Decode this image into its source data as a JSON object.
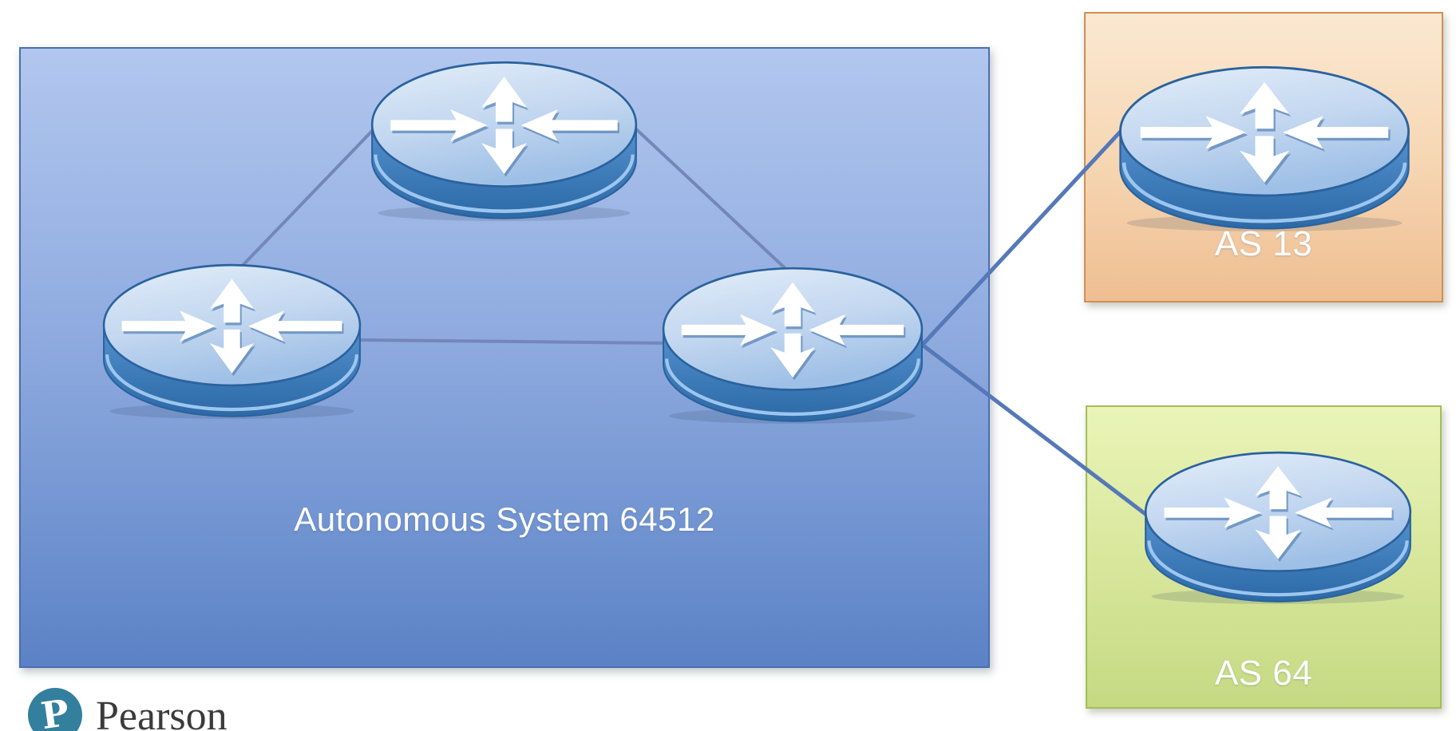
{
  "slide": {
    "title_label": "Autonomous System 64512",
    "as13_label": "AS 13",
    "as64_label": "AS 64",
    "brand": "Pearson"
  },
  "diagram": {
    "type": "network-topology",
    "description_icons": [
      "router-icon"
    ],
    "groups": [
      {
        "id": "as64512",
        "label": "Autonomous System 64512",
        "fill_top": "#b2c7ef",
        "fill_bottom": "#5b82c6",
        "border_color": "#4a6fad",
        "router_count": 3
      },
      {
        "id": "as13",
        "label": "AS 13",
        "fill_top": "#fbe8d2",
        "fill_bottom": "#efbe92",
        "border_color": "#ce9152",
        "router_count": 1
      },
      {
        "id": "as64",
        "label": "AS 64",
        "fill_top": "#eaf4b8",
        "fill_bottom": "#c5d982",
        "border_color": "#a6bd56",
        "router_count": 1
      }
    ],
    "nodes": [
      {
        "id": "router-top",
        "type": "router",
        "group": "as64512"
      },
      {
        "id": "router-left",
        "type": "router",
        "group": "as64512"
      },
      {
        "id": "router-right",
        "type": "router",
        "group": "as64512"
      },
      {
        "id": "router-as13",
        "type": "router",
        "group": "as13"
      },
      {
        "id": "router-as64",
        "type": "router",
        "group": "as64"
      }
    ],
    "edges": [
      {
        "from": "router-top",
        "to": "router-left",
        "kind": "internal",
        "color": "#7486ba"
      },
      {
        "from": "router-top",
        "to": "router-right",
        "kind": "internal",
        "color": "#7486ba"
      },
      {
        "from": "router-left",
        "to": "router-right",
        "kind": "internal",
        "color": "#7486ba"
      },
      {
        "from": "router-right",
        "to": "router-as13",
        "kind": "external",
        "color": "#5578b7"
      },
      {
        "from": "router-right",
        "to": "router-as64",
        "kind": "external",
        "color": "#5578b7"
      }
    ],
    "router_colors": {
      "top_face": "#d9e6f6",
      "body": "#3b78b6",
      "outline": "#2a629e",
      "arrows": "#ffffff"
    }
  },
  "branding": {
    "logo_icon": "pearson-logo-icon",
    "logo_circle_color": "#337f9e",
    "wordmark_color": "#3b3b3b"
  }
}
